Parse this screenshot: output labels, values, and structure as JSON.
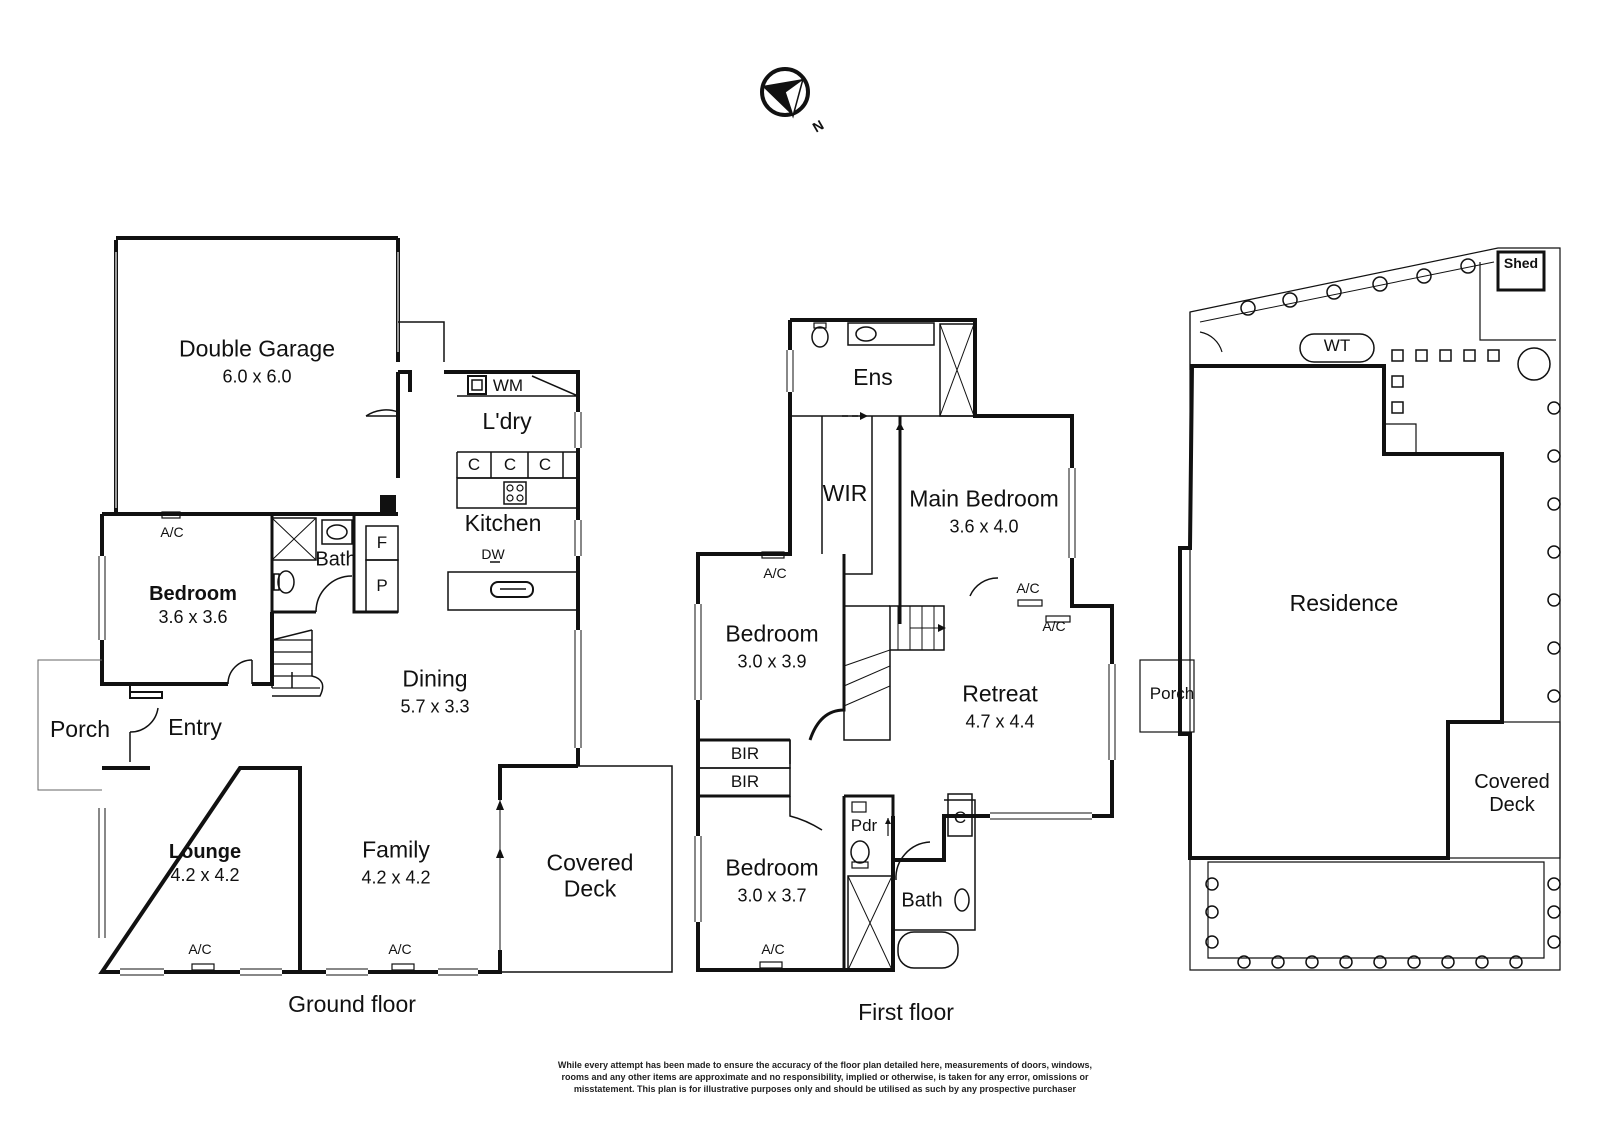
{
  "compass": {
    "north_label": "N"
  },
  "ground_floor": {
    "caption": "Ground floor",
    "rooms": {
      "double_garage": {
        "name": "Double Garage",
        "dims": "6.0 x 6.0"
      },
      "laundry": {
        "name": "L'dry"
      },
      "kitchen": {
        "name": "Kitchen"
      },
      "bedroom": {
        "name": "Bedroom",
        "dims": "3.6 x 3.6"
      },
      "bath": {
        "name": "Bath"
      },
      "dining": {
        "name": "Dining",
        "dims": "5.7 x 3.3"
      },
      "entry": {
        "name": "Entry"
      },
      "porch": {
        "name": "Porch"
      },
      "lounge": {
        "name": "Lounge",
        "dims": "4.2 x 4.2"
      },
      "family": {
        "name": "Family",
        "dims": "4.2 x 4.2"
      },
      "covered_deck": {
        "name": "Covered Deck"
      }
    },
    "tags": {
      "wm": "WM",
      "cupboard": "C",
      "dw": "DW",
      "f": "F",
      "p": "P",
      "ac": "A/C"
    }
  },
  "first_floor": {
    "caption": "First floor",
    "rooms": {
      "ensuite": {
        "name": "Ens"
      },
      "wir": {
        "name": "WIR"
      },
      "main_bedroom": {
        "name": "Main Bedroom",
        "dims": "3.6 x 4.0"
      },
      "bedroom_top": {
        "name": "Bedroom",
        "dims": "3.0 x 3.9"
      },
      "retreat": {
        "name": "Retreat",
        "dims": "4.7 x 4.4"
      },
      "bir": {
        "name": "BIR"
      },
      "pdr": {
        "name": "Pdr"
      },
      "bedroom_bottom": {
        "name": "Bedroom",
        "dims": "3.0 x 3.7"
      },
      "bath": {
        "name": "Bath"
      }
    },
    "tags": {
      "cupboard": "C",
      "ac": "A/C"
    }
  },
  "site_plan": {
    "rooms": {
      "shed": {
        "name": "Shed"
      },
      "water_tank": {
        "name": "WT"
      },
      "residence": {
        "name": "Residence"
      },
      "porch": {
        "name": "Porch"
      },
      "covered_deck": {
        "name": "Covered Deck"
      }
    }
  },
  "disclaimer": "While every attempt has been made to ensure the accuracy of the floor plan detailed here, measurements of doors, windows, rooms and any other items are approximate and no responsibility, implied or otherwise, is taken for any error, omissions or misstatement. This plan is for illustrative purposes only and should be utilised as such by any prospective purchaser"
}
